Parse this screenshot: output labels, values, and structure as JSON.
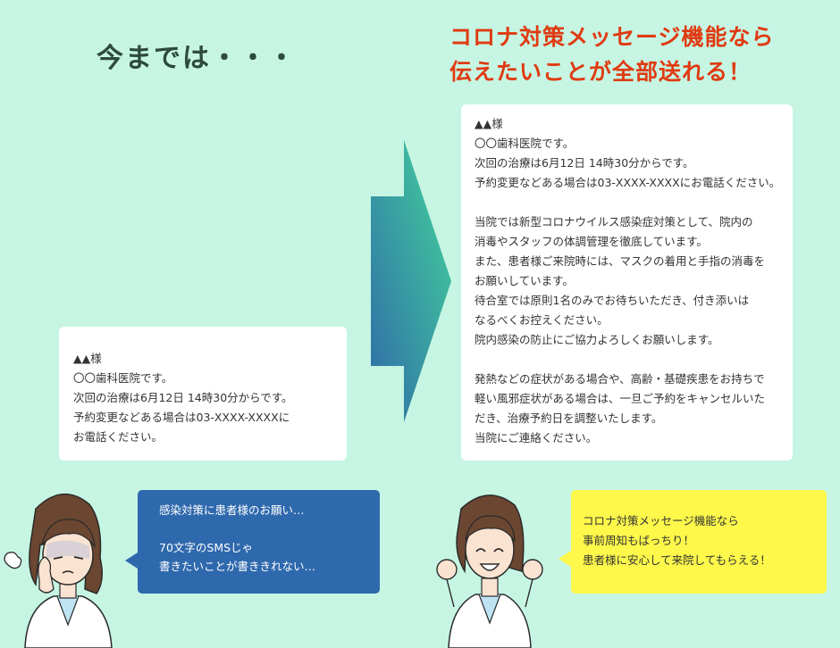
{
  "heading_before": "今までは・・・",
  "heading_after": {
    "line1": "コロナ対策メッセージ機能なら",
    "line2": "伝えたいことが全部送れる！"
  },
  "sms_card": {
    "lines": [
      "▲▲様",
      "〇〇歯科医院です。",
      "次回の治療は6月12日 14時30分からです。",
      "予約変更などある場合は03-XXXX-XXXXに",
      "お電話ください。"
    ]
  },
  "corona_card": {
    "lines": [
      "▲▲様",
      "〇〇歯科医院です。",
      "次回の治療は6月12日 14時30分からです。",
      "予約変更などある場合は03-XXXX-XXXXにお電話ください。",
      "",
      "当院では新型コロナウイルス感染症対策として、院内の",
      "消毒やスタッフの体調管理を徹底しています。",
      "また、患者様ご来院時には、マスクの着用と手指の消毒を",
      "お願いしています。",
      "待合室では原則1名のみでお待ちいただき、付き添いは",
      "なるべくお控えください。",
      "院内感染の防止にご協力よろしくお願いします。",
      "",
      "発熱などの症状がある場合や、高齢・基礎疾患をお持ちで",
      "軽い風邪症状がある場合は、一旦ご予約をキャンセルいた",
      "だき、治療予約日を調整いたします。",
      "当院にご連絡ください。"
    ]
  },
  "bubble_worried": {
    "line1": "感染対策に患者様のお願い…",
    "line2": "70文字のSMSじゃ",
    "line3": "書きたいことが書ききれない…"
  },
  "bubble_happy": {
    "line1": "コロナ対策メッセージ機能なら",
    "line2": "事前周知もばっちり！",
    "line3": "患者様に安心して来院してもらえる！"
  },
  "colors": {
    "background": "#c6f6e3",
    "heading_after": "#e03a12",
    "heading_before": "#2e4a3e",
    "bubble_worried": "#2f69ad",
    "bubble_happy": "#fdf84a",
    "arrow_start": "#2f6aa8",
    "arrow_end": "#44d49c"
  },
  "icons": {
    "arrow": "right-arrow-icon",
    "worried_person": "worried-woman-illustration",
    "happy_person": "cheering-woman-illustration"
  }
}
